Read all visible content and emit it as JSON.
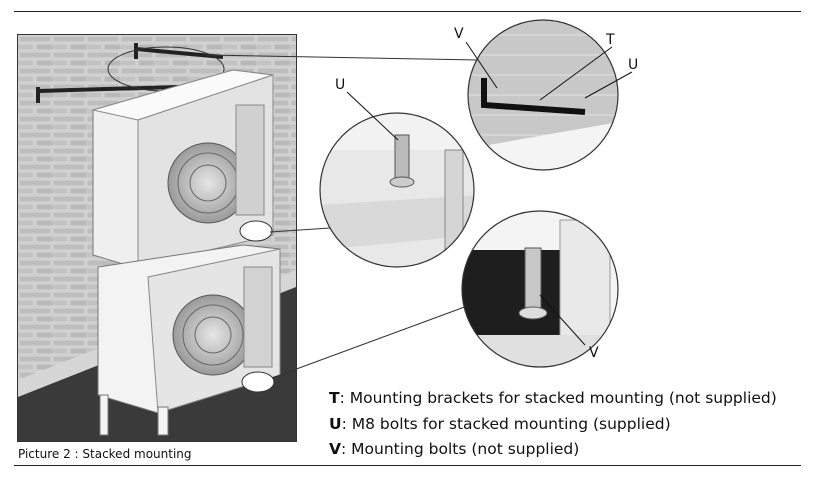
{
  "caption": "Picture 2 : Stacked mounting",
  "callouts": {
    "v_top": "V",
    "t_top": "T",
    "u_top": "U",
    "u_mid": "U",
    "v_bottom": "V"
  },
  "legend": [
    {
      "key": "T",
      "sep": ":",
      "text": " Mounting brackets for stacked mounting (not supplied)"
    },
    {
      "key": "U",
      "sep": ":",
      "text": " M8 bolts for stacked mounting (supplied)"
    },
    {
      "key": "V",
      "sep": ":",
      "text": " Mounting bolts (not supplied)"
    }
  ]
}
